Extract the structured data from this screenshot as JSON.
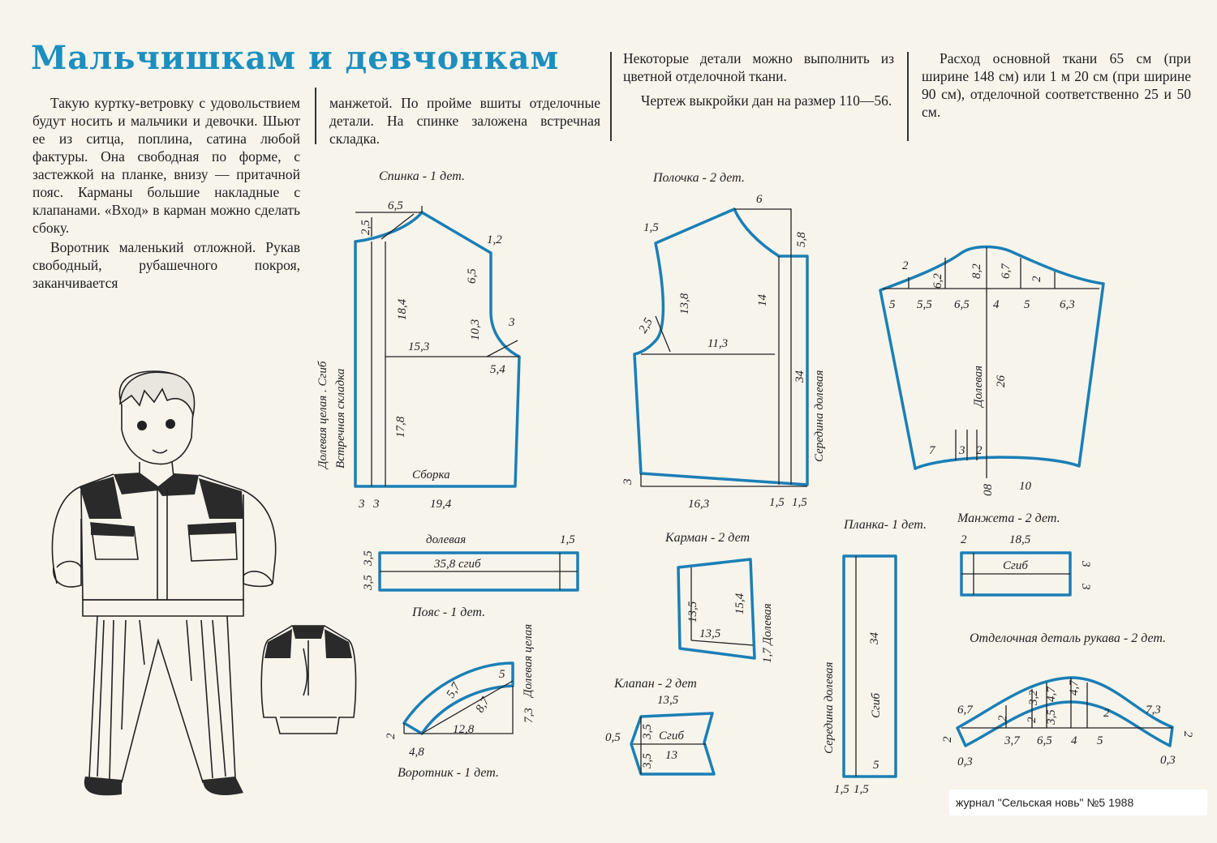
{
  "title": "Мальчишкам и девчонкам",
  "col1": {
    "p1": "Такую куртку-ветровку с удовольствием будут носить и мальчики и девочки. Шьют ее из ситца, поплина, сатина любой фактуры. Она свободная по форме, с застежкой на планке, внизу — притачной пояс. Карманы большие накладные с клапанами. «Вход» в карман можно сделать сбоку.",
    "p2": "Воротник маленький отложной. Рукав свободный, рубашечного покроя, заканчивается"
  },
  "col2": {
    "p1": "манжетой. По пройме вшиты отделочные детали. На спинке заложена встречная складка."
  },
  "col3": {
    "p1": "Некоторые детали можно выполнить из цветной отделочной ткани.",
    "p2": "Чертеж выкройки дан на размер 110—56."
  },
  "col4": {
    "p1": "Расход основной ткани 65 см (при ширине 148 см) или 1 м 20 см (при ширине 90 см), отделочной соответственно 25 и 50 см."
  },
  "pieces": {
    "back": {
      "label": "Спинка - 1 дет.",
      "gather": "Сборка",
      "side": "Долевая целая . Сгиб",
      "side2": "Встречная складка",
      "m": [
        "6,5",
        "2,5",
        "1,2",
        "6,5",
        "18,4",
        "10,3",
        "3",
        "15,3",
        "5,4",
        "17,8",
        "3",
        "3",
        "19,4"
      ]
    },
    "front": {
      "label": "Полочка - 2 дет.",
      "side": "Середина долевая",
      "m": [
        "6",
        "1,5",
        "5,8",
        "13,8",
        "14",
        "2,5",
        "11,3",
        "34",
        "3",
        "16,3",
        "1,5",
        "1,5"
      ]
    },
    "sleeve": {
      "grain": "Долевая",
      "m": [
        "2",
        "6,2",
        "8,2",
        "6,7",
        "2",
        "5",
        "5,5",
        "6,5",
        "4",
        "5",
        "6,3",
        "26",
        "7",
        "3",
        "2",
        "08",
        "10"
      ]
    },
    "belt": {
      "label": "Пояс - 1 дет.",
      "grain": "долевая",
      "fold": "35,8  сгиб",
      "m": [
        "1,5",
        "3,5",
        "3,5"
      ]
    },
    "pocket": {
      "label": "Карман - 2 дет",
      "grain": "1,7 Долевая",
      "m": [
        "13,5",
        "15,4",
        "13,5"
      ]
    },
    "placket": {
      "label": "Планка- 1 дет.",
      "side": "Середина долевая",
      "fold": "Сгиб",
      "m": [
        "34",
        "5",
        "1,5",
        "1,5"
      ]
    },
    "cuff": {
      "label": "Манжета - 2 дет.",
      "fold": "Сгиб",
      "m": [
        "2",
        "18,5",
        "3",
        "3"
      ]
    },
    "collar": {
      "label": "Воротник - 1 дет.",
      "grain": "Долевая целая",
      "m": [
        "5",
        "5,7",
        "8,7",
        "7,3",
        "12,8",
        "4,8",
        "2"
      ]
    },
    "flap": {
      "label": "Клапан - 2 дет",
      "fold": "Сгиб",
      "m": [
        "13,5",
        "0,5",
        "3,5",
        "3,5",
        "13"
      ]
    },
    "trim": {
      "label": "Отделочная деталь рукава - 2 дет.",
      "m": [
        "6,7",
        "2",
        "3,2",
        "2",
        "4,7",
        "4,7",
        "3,5",
        "2",
        "7,3",
        "2",
        "3,7",
        "6,5",
        "4",
        "5",
        "2",
        "0,3",
        "0,3"
      ]
    }
  },
  "credit": "журнал \"Сельская новь\" №5 1988",
  "colors": {
    "title": "#1c8fbf",
    "pattern": "#1a7fb5",
    "paper": "#f7f4ec"
  }
}
